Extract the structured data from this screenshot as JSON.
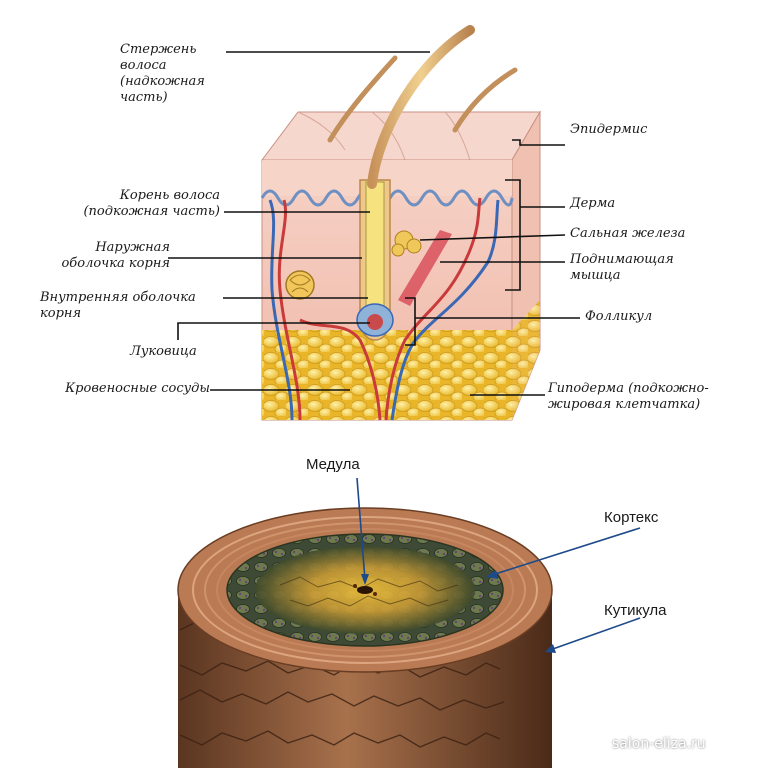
{
  "diagram": {
    "skin_labels_left": {
      "shaft": "Стержень\nволоса\n(надкожная\nчасть)",
      "root": "Корень волоса\n(подкожная часть)",
      "outer_sheath": "Наружная\nоболочка корня",
      "inner_sheath": "Внутренняя оболочка\nкорня",
      "bulb": "Луковица",
      "vessels": "Кровеносные сосуды"
    },
    "skin_labels_right": {
      "epidermis": "Эпидермис",
      "dermis": "Дерма",
      "sebaceous": "Сальная железа",
      "muscle": "Поднимающая\nмышца",
      "follicle": "Фолликул",
      "hypodermis": "Гиподерма (подкожно-\nжировая клетчатка)"
    },
    "hair_labels": {
      "medulla": "Медула",
      "cortex": "Кортекс",
      "cuticle": "Кутикула"
    },
    "watermark": "salon-eliza.ru"
  },
  "colors": {
    "skin": "#f3c3b6",
    "epidermis": "#f7d9cf",
    "fat": "#f4cf4a",
    "hair": "#e8c27a",
    "vessel_red": "#c93a3a",
    "vessel_blue": "#3a68b5",
    "cuticle": "#8c5a3c",
    "cortex": "#c98a2c",
    "medulla": "#6b3a12"
  }
}
